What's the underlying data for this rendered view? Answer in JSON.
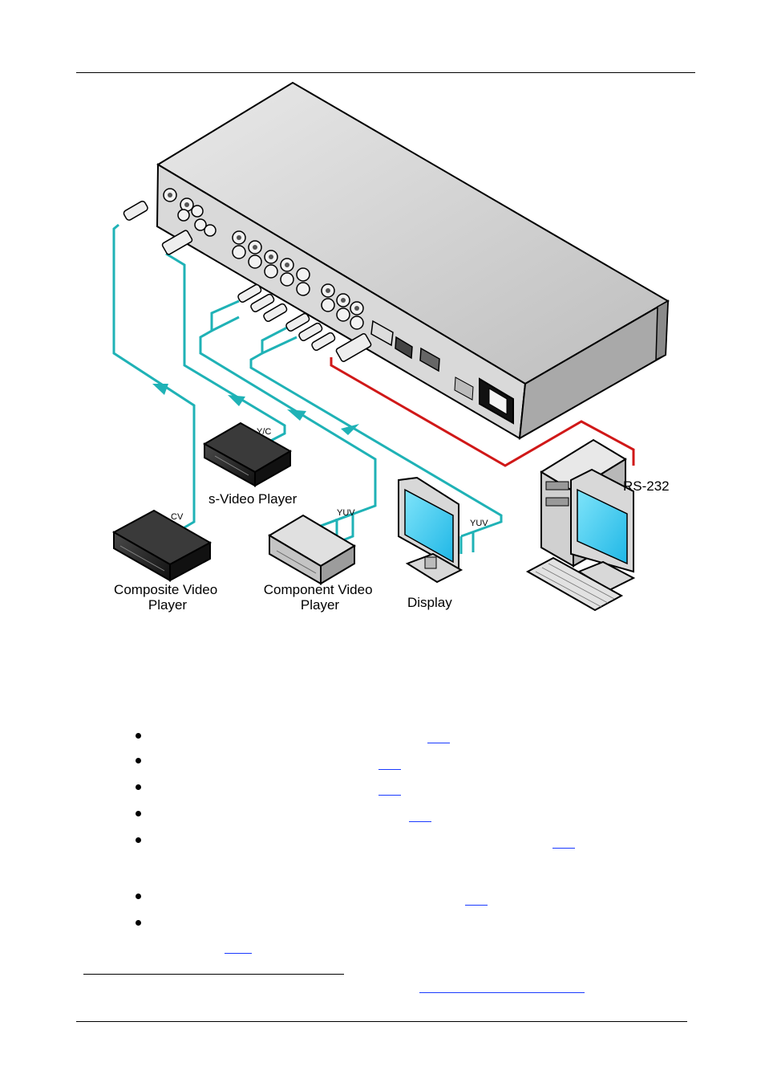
{
  "diagram": {
    "labels": {
      "composite_player": "Composite Video\nPlayer",
      "component_player": "Component Video\nPlayer",
      "svideo_player": "s-Video Player",
      "display": "Display",
      "rs232": "RS-232",
      "cv": "CV",
      "yc": "Y/C",
      "yuv_component": "YUV",
      "yuv_display": "YUV"
    },
    "colors": {
      "video_cable": "#1fb2b6",
      "rs232_cable": "#d01818",
      "device_dark": "#2a2a2a",
      "device_light": "#c8c8c8",
      "screen": "#4fd2f4"
    }
  }
}
